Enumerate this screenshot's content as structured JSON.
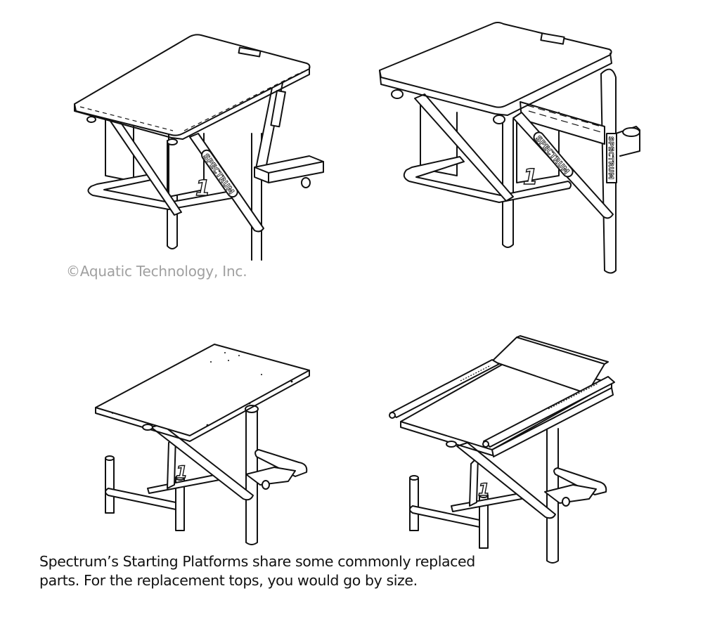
{
  "copyright": "©Aquatic Technology, Inc.",
  "caption": {
    "line1": "Spectrum’s Starting Platforms share some commonly replaced",
    "line2": "parts. For the replacement tops, you would go by size."
  },
  "illustrations": [
    {
      "id": "platform-top-left",
      "brand_label": "SPECTRUM",
      "lane_number": "1",
      "top_style": "textured",
      "has_step": true
    },
    {
      "id": "platform-top-right",
      "brand_label": "SPECTRUM",
      "lane_number": "1",
      "top_style": "textured",
      "has_side_bracket": true
    },
    {
      "id": "platform-bottom-left",
      "lane_number": "1",
      "top_style": "plain",
      "has_step": true
    },
    {
      "id": "platform-bottom-right",
      "lane_number": "1",
      "top_style": "plain-with-wedge",
      "has_step": true
    }
  ],
  "colors": {
    "line": "#111111",
    "copyright_text": "#a0a0a0",
    "caption_text": "#111111",
    "background": "#ffffff"
  }
}
